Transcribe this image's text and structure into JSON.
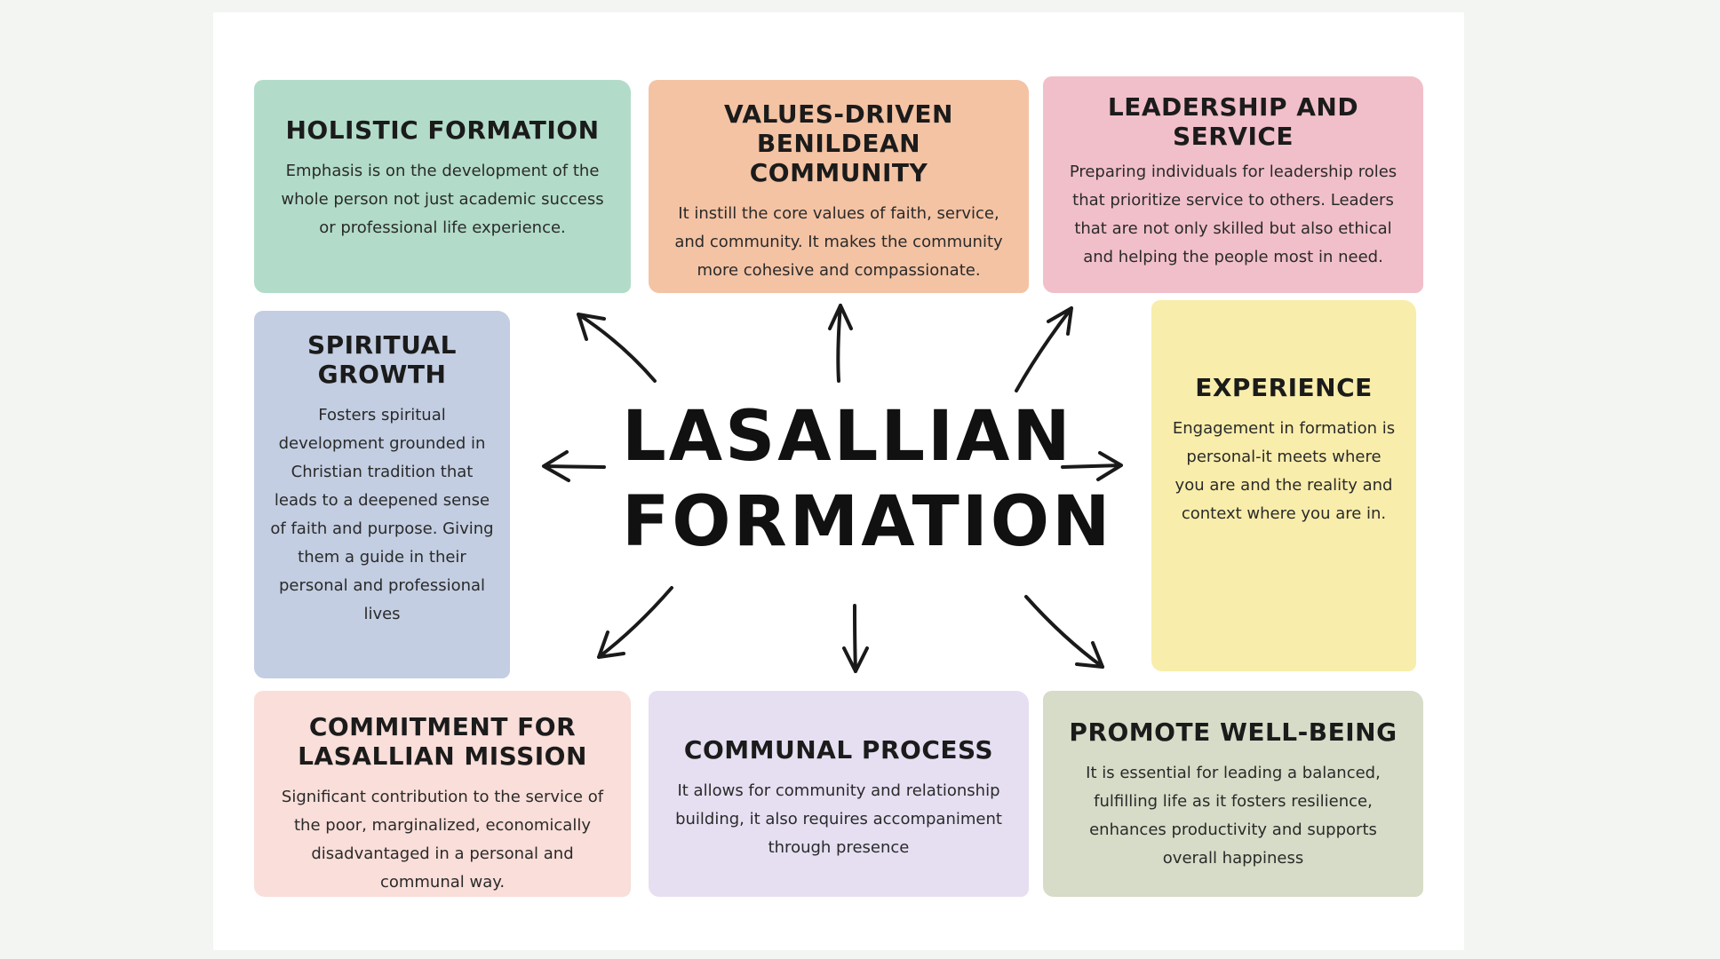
{
  "center": {
    "line1": "LASALLIAN",
    "line2": "FORMATION"
  },
  "cards": {
    "holistic": {
      "title": "HOLISTIC FORMATION",
      "text": "Emphasis is on the development of the whole person not just academic success or professional life experience.",
      "color": "#b2dcc9"
    },
    "values": {
      "title": "VALUES-DRIVEN BENILDEAN COMMUNITY",
      "text": "It instill the core values of faith, service, and community. It makes the community more cohesive and compassionate.",
      "color": "#f4c3a4"
    },
    "leadership": {
      "title": "LEADERSHIP AND SERVICE",
      "text": "Preparing individuals for leadership roles that prioritize service to others. Leaders that are not only skilled but also ethical and helping the people most in need.",
      "color": "#f1bfca"
    },
    "spiritual": {
      "title": "SPIRITUAL GROWTH",
      "text": "Fosters spiritual development grounded in Christian tradition that leads to a deepened sense of faith and purpose. Giving them a guide in their personal and professional lives",
      "color": "#c3cee2"
    },
    "experience": {
      "title": "EXPERIENCE",
      "text": "Engagement in formation is personal-it meets where you are and the reality and context where you are in.",
      "color": "#f8edaa"
    },
    "commitment": {
      "title": "COMMITMENT FOR LASALLIAN MISSION",
      "text": "Significant contribution to the service of the poor, marginalized, economically disadvantaged in a personal and communal way.",
      "color": "#f9ded9"
    },
    "communal": {
      "title": "COMMUNAL PROCESS",
      "text": "It allows for community and relationship building, it also requires accompaniment through presence",
      "color": "#e6dff2"
    },
    "wellbeing": {
      "title": "PROMOTE WELL-BEING",
      "text": "It is essential for leading a balanced, fulfilling life as it fosters resilience, enhances productivity and supports overall happiness",
      "color": "#d6dcc7"
    }
  }
}
